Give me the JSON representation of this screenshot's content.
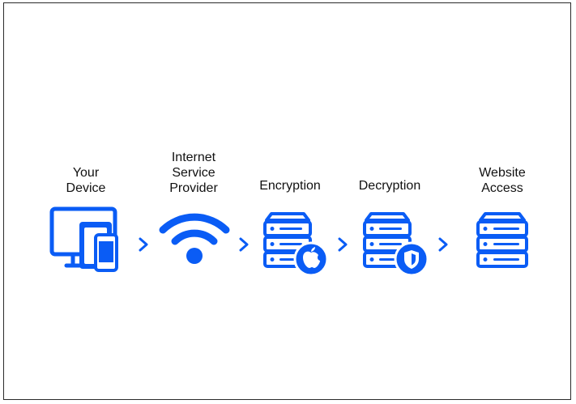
{
  "accent_color": "#0a5cf5",
  "steps": [
    {
      "label": "Your\nDevice",
      "icon": "devices-icon"
    },
    {
      "label": "Internet\nService\nProvider",
      "icon": "wifi-icon"
    },
    {
      "label": "Encryption",
      "icon": "server-apple-icon"
    },
    {
      "label": "Decryption",
      "icon": "server-shield-icon"
    },
    {
      "label": "Website\nAccess",
      "icon": "server-icon"
    }
  ],
  "connector_icon": "chevron-right-icon"
}
